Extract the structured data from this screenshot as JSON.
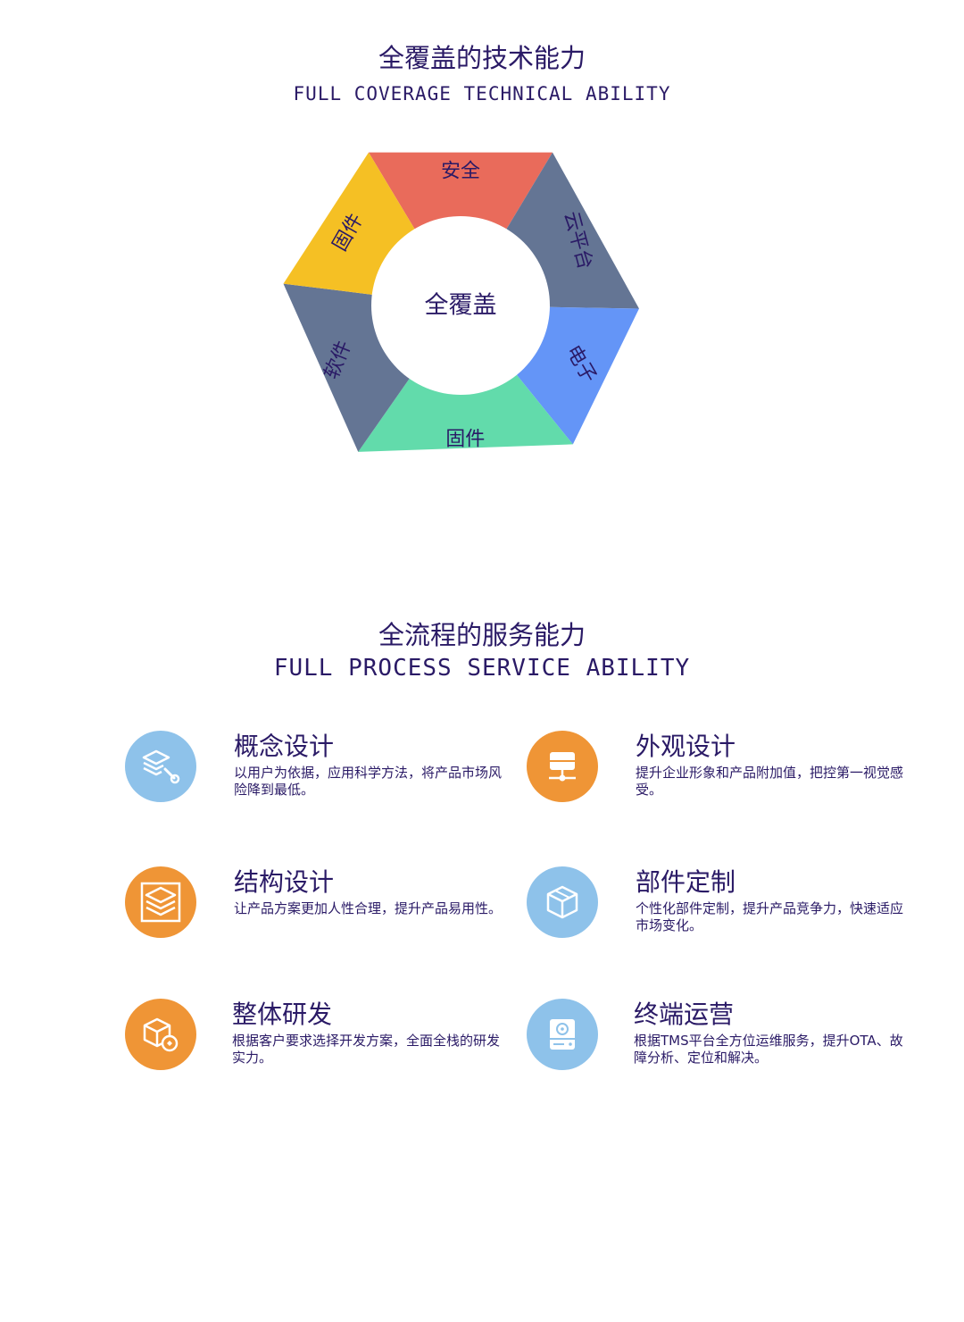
{
  "section1": {
    "title": "全覆盖的技术能力",
    "subtitle": "FULL COVERAGE TECHNICAL ABILITY"
  },
  "donut": {
    "center_label": "全覆盖",
    "segments": [
      {
        "label": "安全",
        "color": "#e96b5b"
      },
      {
        "label": "云平台",
        "color": "#647594"
      },
      {
        "label": "电子",
        "color": "#6495f7"
      },
      {
        "label": "固件",
        "color": "#62dbab"
      },
      {
        "label": "软件",
        "color": "#647594"
      },
      {
        "label": "固件",
        "color": "#f5c024"
      }
    ]
  },
  "section2": {
    "title": "全流程的服务能力",
    "subtitle": "FULL PROCESS SERVICE ABILITY"
  },
  "services": [
    {
      "name": "概念设计",
      "desc": "以用户为依据，应用科学方法，将产品市场风险降到最低。",
      "icon": "layers-wrench-icon",
      "color": "#8ec2ea"
    },
    {
      "name": "外观设计",
      "desc": "提升企业形象和产品附加值，把控第一视觉感受。",
      "icon": "network-server-icon",
      "color": "#ef9536"
    },
    {
      "name": "结构设计",
      "desc": "让产品方案更加人性合理，提升产品易用性。",
      "icon": "stack-layers-icon",
      "color": "#ef9536"
    },
    {
      "name": "部件定制",
      "desc": "个性化部件定制，提升产品竞争力，快速适应市场变化。",
      "icon": "cube-icon",
      "color": "#8ec2ea"
    },
    {
      "name": "整体研发",
      "desc": "根据客户要求选择开发方案，全面全栈的研发实力。",
      "icon": "box-gear-icon",
      "color": "#ef9536"
    },
    {
      "name": "终端运营",
      "desc": "根据TMS平台全方位运维服务，提升OTA、故障分析、定位和解决。",
      "icon": "hard-drive-icon",
      "color": "#8ec2ea"
    }
  ]
}
